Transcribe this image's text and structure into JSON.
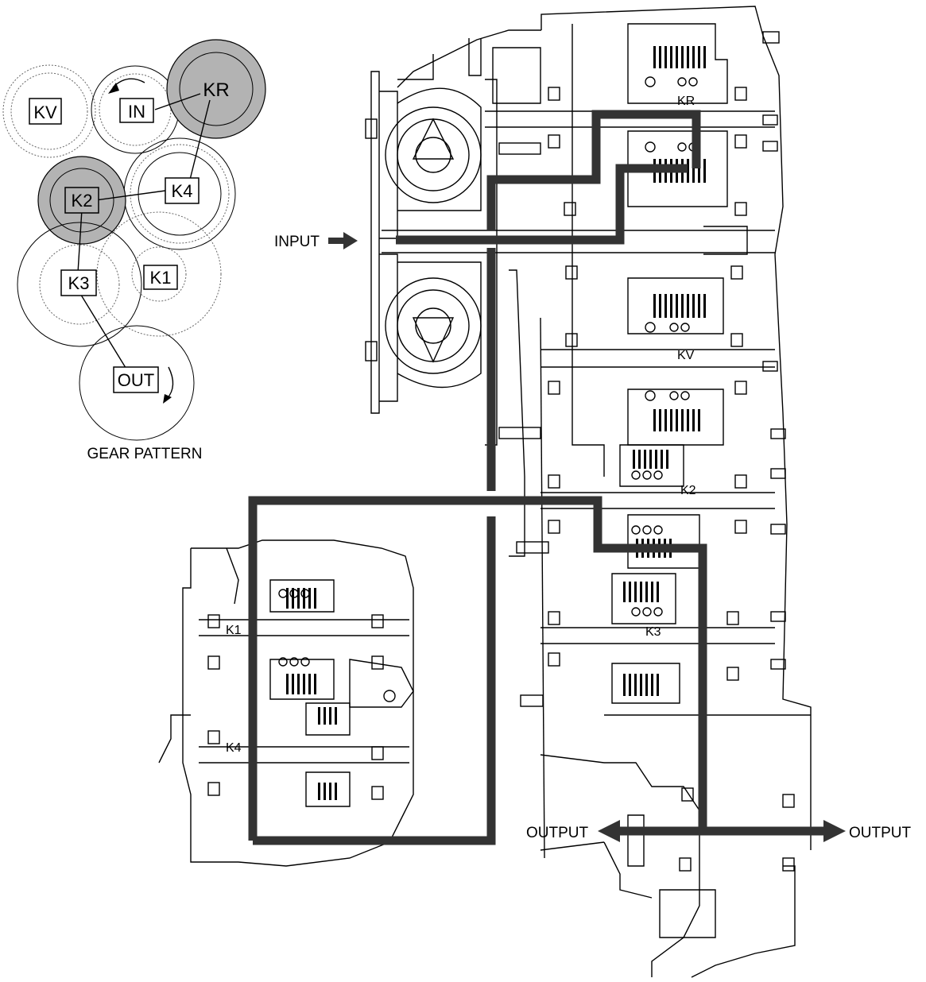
{
  "gear_pattern": {
    "title": "GEAR PATTERN",
    "gears": [
      {
        "label": "KV",
        "engaged": false
      },
      {
        "label": "IN",
        "engaged": false
      },
      {
        "label": "KR",
        "engaged": true
      },
      {
        "label": "K2",
        "engaged": true
      },
      {
        "label": "K4",
        "engaged": false
      },
      {
        "label": "K3",
        "engaged": false
      },
      {
        "label": "K1",
        "engaged": false
      },
      {
        "label": "OUT",
        "engaged": false
      }
    ],
    "engaged_color": "#b3b3b3"
  },
  "flow": {
    "input_label": "INPUT",
    "output_left_label": "OUTPUT",
    "output_right_label": "OUTPUT",
    "path_color": "#333333"
  },
  "clutches": {
    "kr": "KR",
    "kv": "KV",
    "k2": "K2",
    "k3": "K3",
    "k1": "K1",
    "k4": "K4"
  }
}
